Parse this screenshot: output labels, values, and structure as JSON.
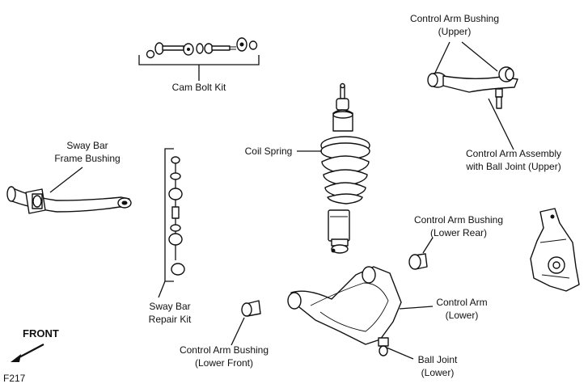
{
  "labels": {
    "control_arm_bushing_upper": [
      "Control Arm Bushing",
      "(Upper)"
    ],
    "cam_bolt_kit": [
      "Cam Bolt Kit"
    ],
    "control_arm_assembly_upper": [
      "Control Arm Assembly",
      "with Ball Joint (Upper)"
    ],
    "coil_spring": [
      "Coil Spring"
    ],
    "sway_bar_frame_bushing": [
      "Sway Bar",
      "Frame Bushing"
    ],
    "sway_bar_repair_kit": [
      "Sway Bar",
      "Repair Kit"
    ],
    "control_arm_bushing_lower_rear": [
      "Control Arm Bushing",
      "(Lower Rear)"
    ],
    "control_arm_lower": [
      "Control Arm",
      "(Lower)"
    ],
    "control_arm_bushing_lower_front": [
      "Control Arm Bushing",
      "(Lower Front)"
    ],
    "ball_joint_lower": [
      "Ball Joint",
      "(Lower)"
    ]
  },
  "front_label": "FRONT",
  "figure_number": "F217"
}
